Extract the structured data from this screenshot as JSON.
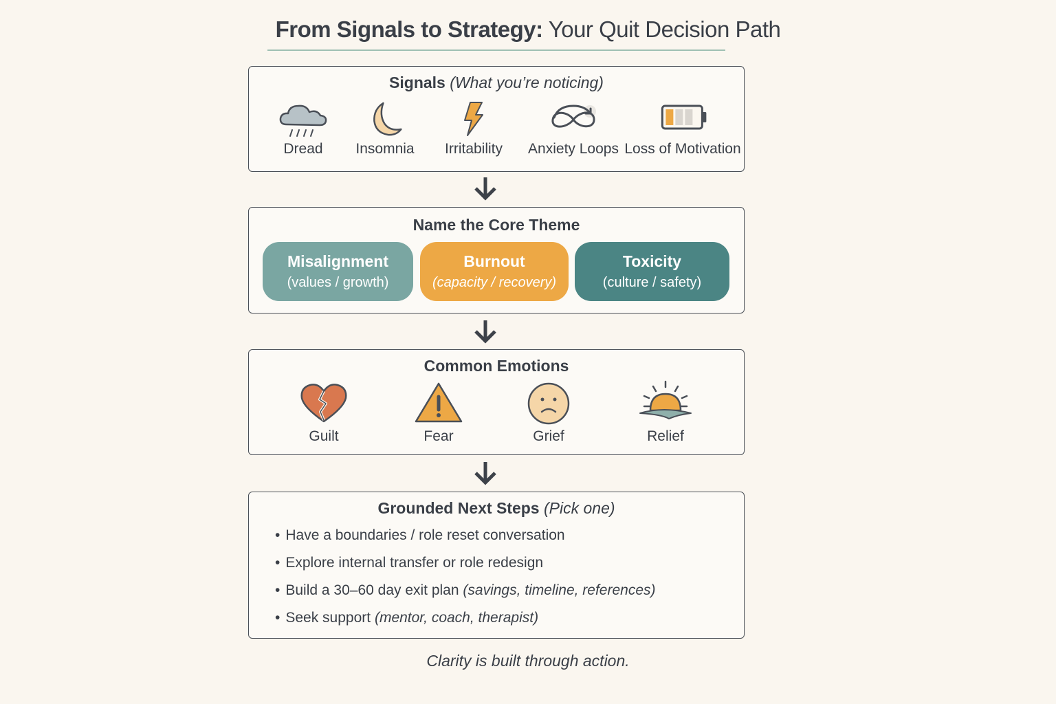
{
  "title": {
    "bold": "From Signals to Strategy:",
    "rest": "Your Quit Decision Path"
  },
  "signals": {
    "title": "Signals",
    "subtitle": "(What you’re noticing)",
    "items": [
      {
        "label": "Dread",
        "icon": "rain-cloud-icon"
      },
      {
        "label": "Insomnia",
        "icon": "crescent-moon-icon"
      },
      {
        "label": "Irritability",
        "icon": "lightning-bolt-icon"
      },
      {
        "label": "Anxiety Loops",
        "icon": "infinity-loop-icon"
      },
      {
        "label": "Loss of Motivation",
        "icon": "low-battery-icon"
      }
    ]
  },
  "theme": {
    "title": "Name the Core Theme",
    "pills": [
      {
        "title": "Misalignment",
        "sub": "(values / growth)",
        "color": "#7aa6a2"
      },
      {
        "title": "Burnout",
        "sub": "(capacity / recovery)",
        "color": "#eda845"
      },
      {
        "title": "Toxicity",
        "sub": "(culture / safety)",
        "color": "#4b8584"
      }
    ]
  },
  "emotions": {
    "title": "Common Emotions",
    "items": [
      {
        "label": "Guilt",
        "icon": "broken-heart-icon"
      },
      {
        "label": "Fear",
        "icon": "warning-triangle-icon"
      },
      {
        "label": "Grief",
        "icon": "sad-face-icon"
      },
      {
        "label": "Relief",
        "icon": "sunrise-icon"
      }
    ]
  },
  "steps": {
    "title": "Grounded Next Steps",
    "subtitle": "(Pick one)",
    "bullet": "•",
    "items": [
      {
        "text": "Have a boundaries / role reset conversation",
        "note": ""
      },
      {
        "text": "Explore internal transfer or role redesign",
        "note": ""
      },
      {
        "text": "Build a 30–60 day exit plan",
        "note": "(savings, timeline, references)"
      },
      {
        "text": "Seek support",
        "note": "(mentor, coach, therapist)"
      }
    ]
  },
  "footer": "Clarity is built through action.",
  "colors": {
    "ink": "#3a3f47",
    "teal_light": "#7aa6a2",
    "orange": "#eda845",
    "teal_dark": "#4b8584",
    "rule": "#9fc0b3",
    "background": "#faf6ef"
  }
}
